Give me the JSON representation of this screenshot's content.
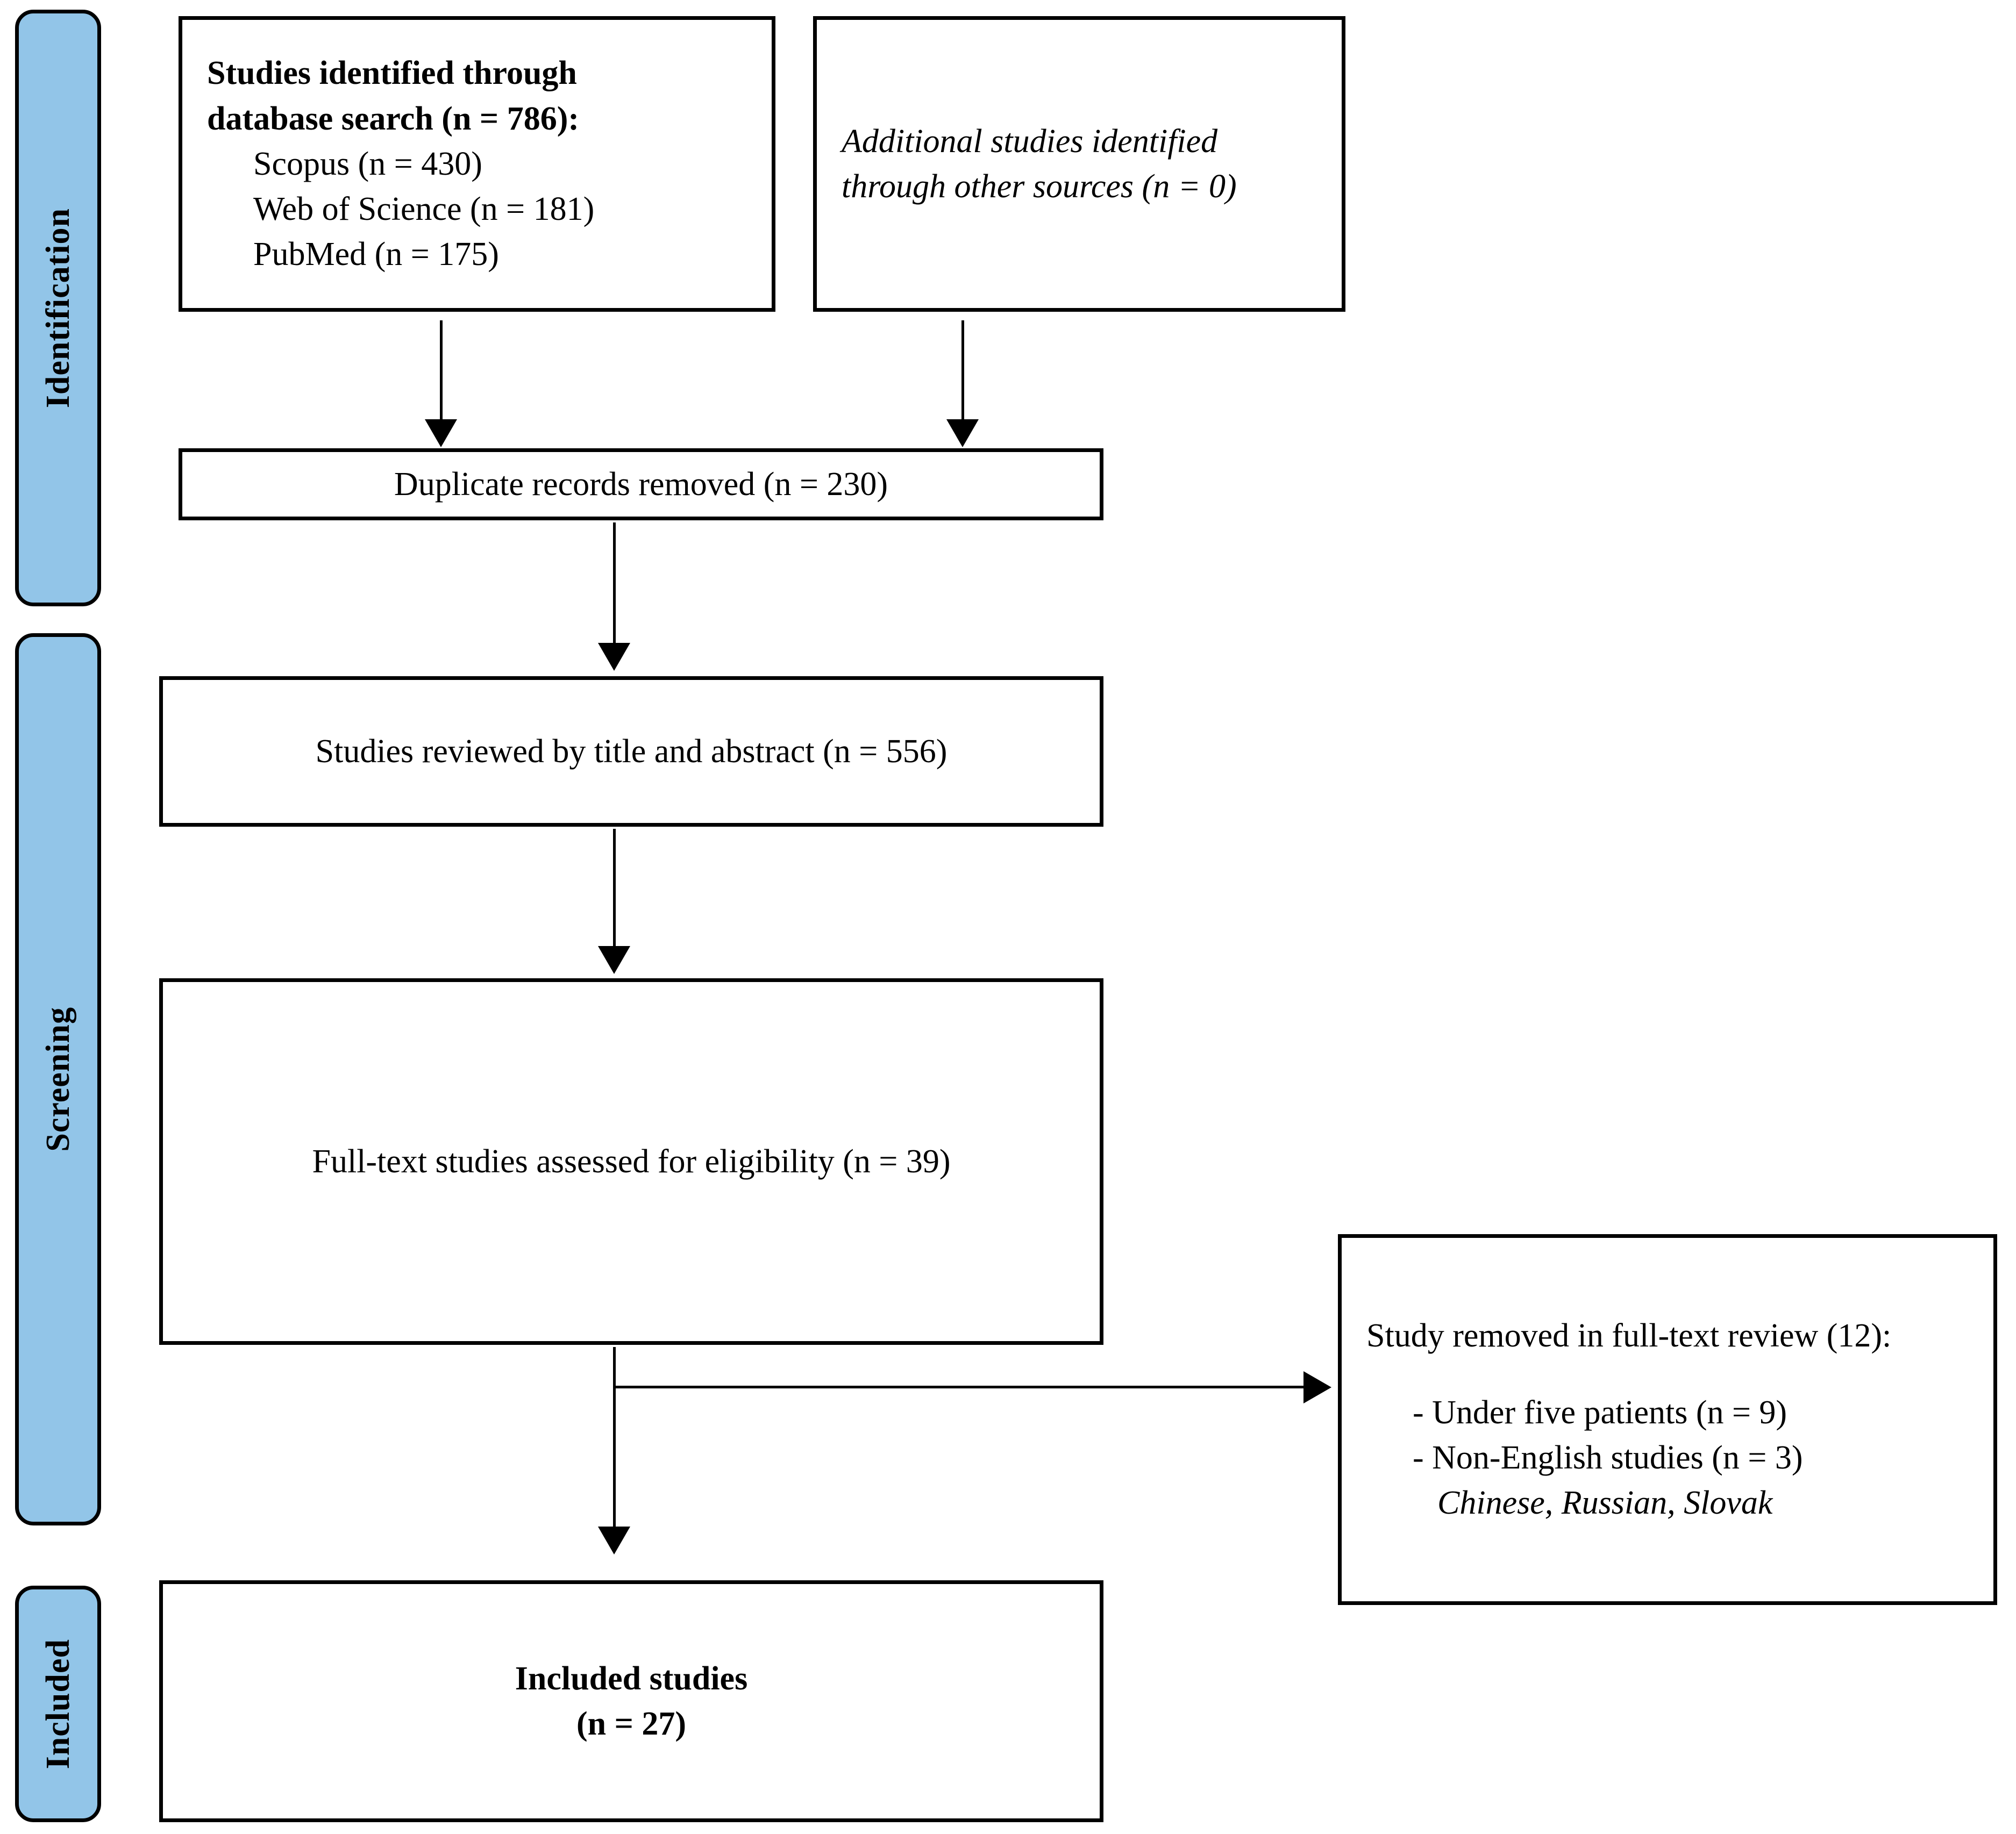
{
  "diagram": {
    "title": "PRISMA study selection flow diagram",
    "accent_color": "#92C5E8",
    "line_color": "#000000",
    "background": "#ffffff"
  },
  "stages": [
    {
      "id": "identification",
      "label": "Identification"
    },
    {
      "id": "screening",
      "label": "Screening"
    },
    {
      "id": "included",
      "label": "Included"
    }
  ],
  "boxes": {
    "database_search": {
      "heading_line1": "Studies identified through",
      "heading_line2": "database search (n = 786):",
      "sources": [
        "Scopus (n = 430)",
        "Web of Science (n = 181)",
        "PubMed (n = 175)"
      ]
    },
    "other_sources": {
      "line1": "Additional studies identified",
      "line2": "through other sources (n = 0)"
    },
    "duplicates_removed": {
      "text": "Duplicate records removed (n = 230)"
    },
    "title_abstract": {
      "text": "Studies reviewed by title and abstract (n = 556)"
    },
    "full_text": {
      "text": "Full-text studies assessed for eligibility (n = 39)"
    },
    "removed_full_text": {
      "heading": "Study removed in full-text review (12):",
      "reasons": [
        "-  Under five patients (n = 9)",
        "-  Non-English studies (n = 3)"
      ],
      "languages": "Chinese, Russian, Slovak"
    },
    "included_studies": {
      "line1": "Included studies",
      "line2": "(n = 27)"
    }
  },
  "chart_data": {
    "type": "diagram",
    "flow": [
      {
        "step": "Studies identified through database search",
        "n": 786,
        "breakdown": [
          {
            "source": "Scopus",
            "n": 430
          },
          {
            "source": "Web of Science",
            "n": 181
          },
          {
            "source": "PubMed",
            "n": 175
          }
        ]
      },
      {
        "step": "Additional studies identified through other sources",
        "n": 0
      },
      {
        "step": "Duplicate records removed",
        "n": 230
      },
      {
        "step": "Studies reviewed by title and abstract",
        "n": 556
      },
      {
        "step": "Full-text studies assessed for eligibility",
        "n": 39
      },
      {
        "step": "Study removed in full-text review",
        "n": 12,
        "breakdown": [
          {
            "reason": "Under five patients",
            "n": 9
          },
          {
            "reason": "Non-English studies",
            "n": 3,
            "languages": "Chinese, Russian, Slovak"
          }
        ]
      },
      {
        "step": "Included studies",
        "n": 27
      }
    ]
  }
}
